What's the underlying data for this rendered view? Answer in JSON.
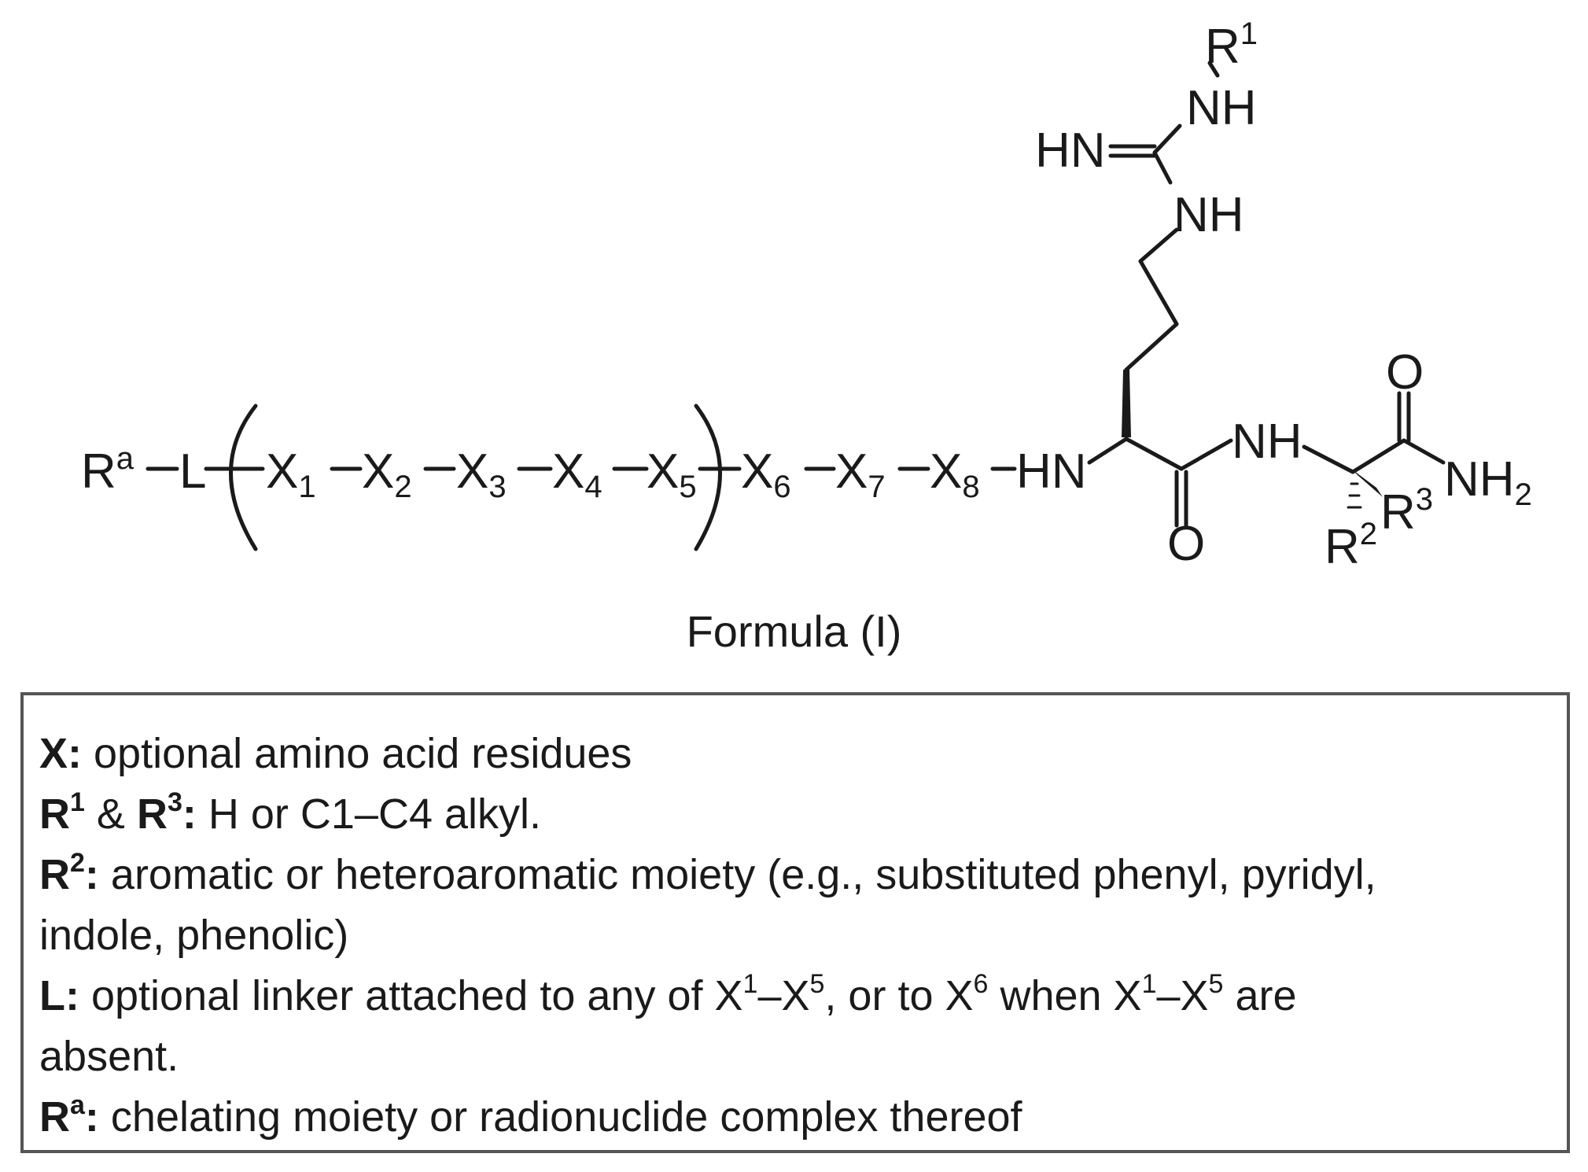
{
  "structure": {
    "atoms": {
      "ra": "R",
      "ra_sup": "a",
      "l": "L",
      "x": "X",
      "x1": "1",
      "x2": "2",
      "x3": "3",
      "x4": "4",
      "x5": "5",
      "x6": "6",
      "x7": "7",
      "x8": "8",
      "hn_chain": "HN",
      "nh_amide": "NH",
      "o_lower": "O",
      "o_upper": "O",
      "nh2": "NH",
      "nh2_sub": "2",
      "r3": "R",
      "r3_sup": "3",
      "r2": "R",
      "r2_sup": "2",
      "nh_guan_low": "NH",
      "hn_guan": "HN",
      "nh_guan_up": "NH",
      "r1": "R",
      "r1_sup": "1"
    }
  },
  "caption": "Formula (I)",
  "legend": {
    "x_key": "X:",
    "x_text": " optional amino acid residues",
    "r1r3_r": "R",
    "r1r3_1": "1",
    "r1r3_amp": " & ",
    "r1r3_r2": "R",
    "r1r3_3": "3",
    "r1r3_colon": ":",
    "r1r3_text": " H or C1–C4 alkyl.",
    "r2_r": "R",
    "r2_sup": "2",
    "r2_colon": ":",
    "r2_text_1": " aromatic or heteroaromatic moiety (e.g., substituted phenyl, pyridyl,",
    "r2_text_2": "indole, phenolic)",
    "l_key": "L:",
    "l_text_a": " optional linker attached to any of X",
    "l_sup_1": "1",
    "l_text_b": "–X",
    "l_sup_5": "5",
    "l_text_c": ", or to X",
    "l_sup_6": "6",
    "l_text_d": " when X",
    "l_sup_1b": "1",
    "l_text_e": "–X",
    "l_sup_5b": "5",
    "l_text_f": " are",
    "l_text_2": "absent.",
    "ra_r": "R",
    "ra_sup": "a",
    "ra_colon": ":",
    "ra_text": " chelating moiety or radionuclide complex thereof"
  }
}
